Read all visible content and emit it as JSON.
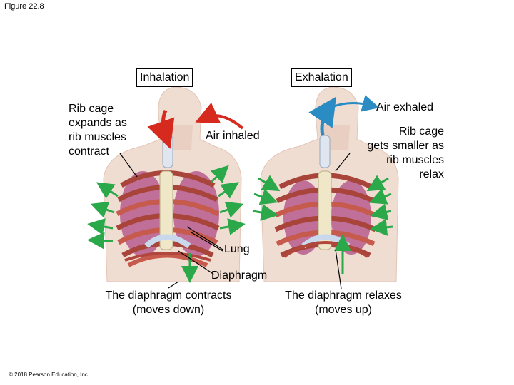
{
  "figure": {
    "title": "Figure 22.8"
  },
  "panels": {
    "inhalation": {
      "label": "Inhalation"
    },
    "exhalation": {
      "label": "Exhalation"
    }
  },
  "labels": {
    "rib_expand": [
      "Rib cage",
      "expands as",
      "rib muscles",
      "contract"
    ],
    "air_inhaled": "Air inhaled",
    "air_exhaled": "Air exhaled",
    "rib_relax": [
      "Rib cage",
      "gets smaller as",
      "rib muscles",
      "relax"
    ],
    "lung": "Lung",
    "diaphragm": "Diaphragm",
    "diaphragm_contracts": [
      "The diaphragm contracts",
      "(moves down)"
    ],
    "diaphragm_relaxes": [
      "The diaphragm relaxes",
      "(moves up)"
    ]
  },
  "copyright": "© 2018 Pearson Education, Inc.",
  "colors": {
    "skin": "#f0ddd2",
    "skin_shadow": "#e2c4b5",
    "rib": "#a8443a",
    "rib_light": "#c65a4c",
    "cartilage": "#c9d8ec",
    "lung": "#b65c8e",
    "arrow_green": "#2aa84a",
    "arrow_red": "#d62a1f",
    "arrow_blue": "#2b8cc4"
  }
}
